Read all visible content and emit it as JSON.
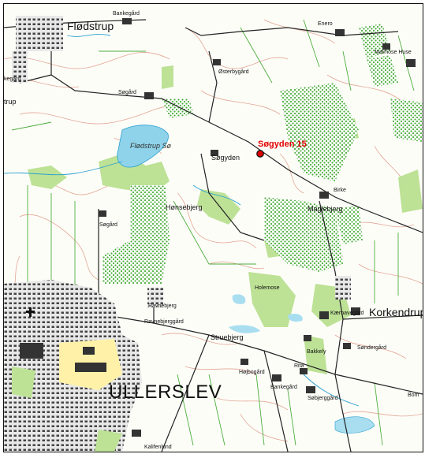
{
  "map": {
    "places": {
      "flodstrup": "Flødstrup",
      "bankegard_top": "Bankegård",
      "enero": "Enero",
      "malmose_huse": "Malmose Huse",
      "kegard": "kegård",
      "trup": "trup",
      "osterbygard": "Østerbygård",
      "sogard_top": "Søgård",
      "flodstrup_so": "Flødstrup Sø",
      "sogyden": "Søgyden",
      "birke": "Birke",
      "maglebjerg": "Maglebjerg",
      "honsebjerg": "Hønsebjerg",
      "sogard_mid": "Søgård",
      "holemose": "Holemose",
      "ravnebjerg": "Ravnebjerg",
      "ravnebjerggard": "Ravnebjerggård",
      "korkendrup": "Korkendrup",
      "kaerhavegard": "Kærhavegård",
      "struebjerg": "Struebjerg",
      "sondergard": "Søndergård",
      "bakkely": "Bakkely",
      "rita": "Rita",
      "hojbogard": "Højbogård",
      "bankegard_bottom": "Bankegård",
      "sobjerggard": "Søbjerggård",
      "bom": "Bom",
      "ullerslev": "ULLERSLEV",
      "kalifenlund": "Kalifenlund"
    },
    "marker": {
      "label": "Søgyden 15",
      "color": "#e00000"
    },
    "colors": {
      "forest": "#b9e18e",
      "water": "#8fd3ea",
      "town": "#5a5a5a",
      "industry": "#fff2a8",
      "contour": "#e0a08a"
    }
  }
}
